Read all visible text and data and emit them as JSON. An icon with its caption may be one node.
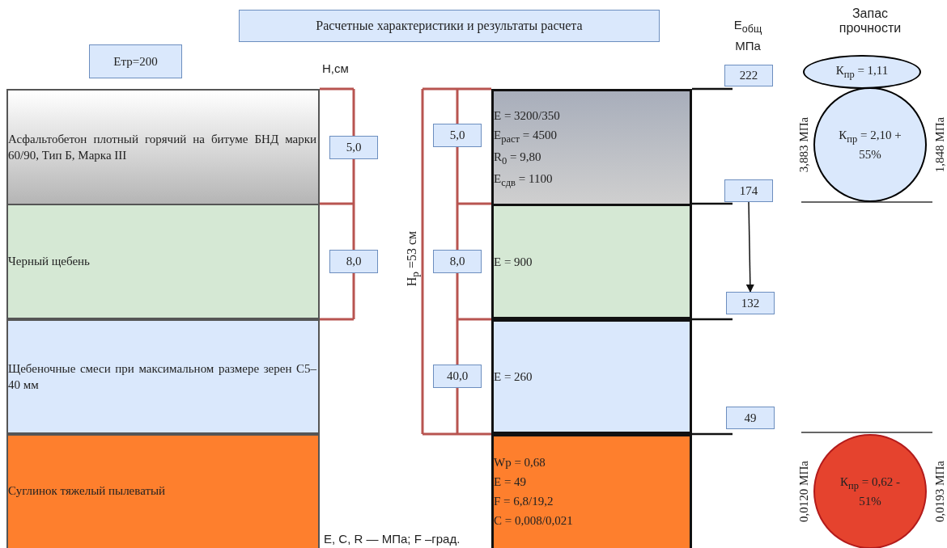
{
  "diagram": {
    "nodes": [
      {
        "text": [
          "Расчетные характеристики и результаты расчета"
        ]
      },
      {
        "text": [
          "Етр=200"
        ]
      },
      {
        "text": [
          "Асфальтобетон плотный горячий на битуме БНД марки 60/90, Тип Б, Марка III"
        ]
      },
      {
        "text": [
          "Черный щебень"
        ]
      },
      {
        "text": [
          "Щебеночные смеси при максимальном размере зерен С5–40 мм"
        ]
      },
      {
        "text": [
          "Суглинок тяжелый пылеватый"
        ]
      },
      {
        "text": [
          "5,0"
        ]
      },
      {
        "text": [
          "8,0"
        ]
      },
      {
        "text": [
          "5,0"
        ]
      },
      {
        "text": [
          "8,0"
        ]
      },
      {
        "text": [
          "40,0"
        ]
      },
      {
        "text": [
          "E = 3200/350",
          "E$_{раст}$ = 4500",
          "R$_{0}$ = 9,80",
          "E$_{сдв}$ = 1100"
        ]
      },
      {
        "text": [
          "E = 900"
        ]
      },
      {
        "text": [
          "E = 260"
        ]
      },
      {
        "text": [
          "Wp = 0,68",
          "E = 49",
          "F = 6,8/19,2",
          "C = 0,008/0,021"
        ]
      },
      {
        "text": [
          "222"
        ]
      },
      {
        "text": [
          "174"
        ]
      },
      {
        "text": [
          "132"
        ]
      },
      {
        "text": [
          "49"
        ]
      },
      {
        "text": [
          "К$_{пр}$ = 1,11"
        ]
      },
      {
        "text": [
          "К$_{пр}$ = 2,10 + 55%"
        ],
        "beside": [
          "3,883 МПа",
          "1,848 МПа"
        ]
      },
      {
        "text": [
          "К$_{пр}$ = 0,62 - 51%"
        ],
        "beside": [
          "0,0120 МПа",
          "0,0193 МПа"
        ]
      }
    ],
    "edges": [
      {
        "from": 16,
        "to": 17,
        "arrow": "to"
      }
    ],
    "labels": [
      "Н,см",
      "E$_{общ}$ МПа",
      "Запас прочности",
      "H$_{р}$ =53 см",
      "E, C, R — МПа; F –град."
    ]
  }
}
